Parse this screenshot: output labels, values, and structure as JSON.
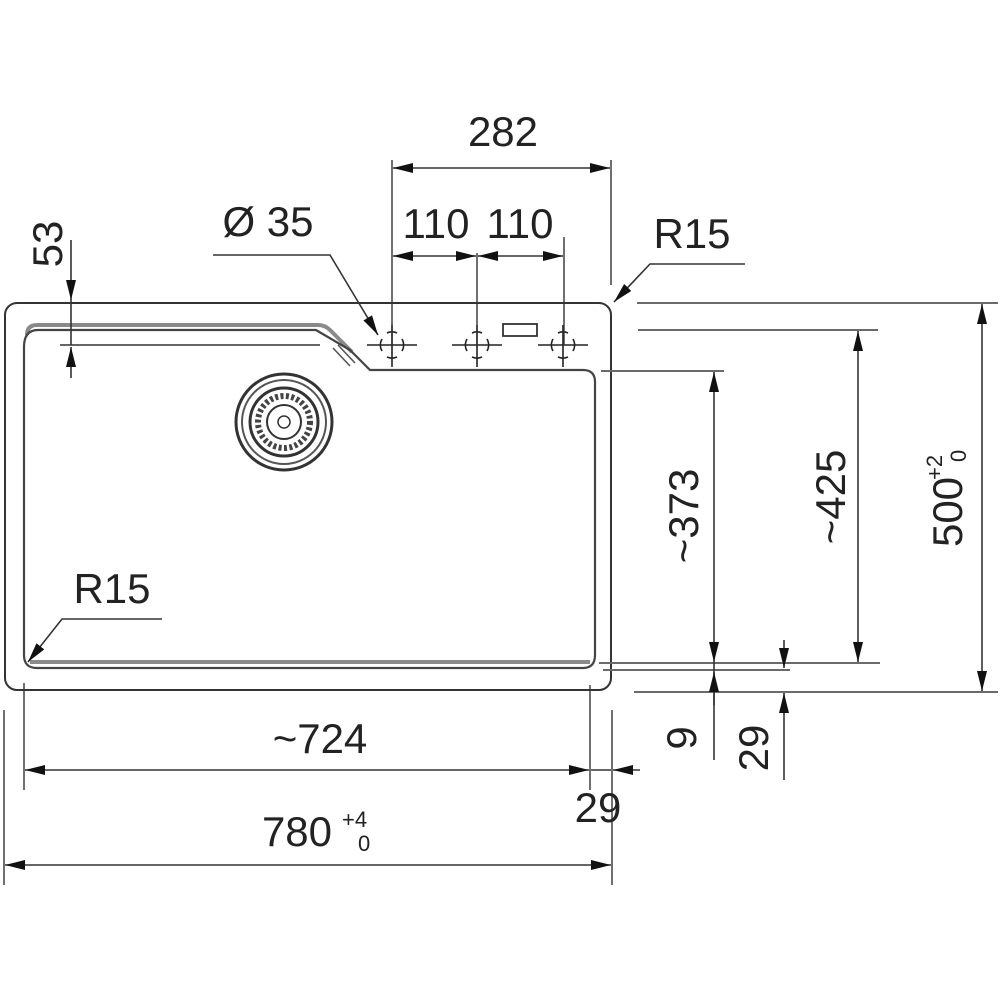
{
  "drawing": {
    "title": "Sink cut-out dimension drawing (top view)",
    "units": "mm"
  },
  "dimensions": {
    "tap_holes_span": "282",
    "tap_hole_spacing_1": "110",
    "tap_hole_spacing_2": "110",
    "tap_hole_diameter": "Ø 35",
    "corner_radius_outer": "R15",
    "corner_radius_bowl": "R15",
    "bowl_top_offset": "53",
    "bowl_width": "~724",
    "overall_width": "780",
    "overall_width_tol_plus": "+4",
    "overall_width_tol_minus": "0",
    "right_rim": "29",
    "bowl_depth_front": "~373",
    "bowl_depth_total": "~425",
    "overall_depth": "500",
    "overall_depth_tol_plus": "+2",
    "overall_depth_tol_minus": "0",
    "bottom_rim_inner": "9",
    "bottom_rim": "29"
  },
  "features": {
    "drain": "strainer-waste",
    "tap_holes": 3,
    "overflow_slot": "rectangular-overflow"
  },
  "colors": {
    "line": "#333333",
    "rim_gray": "#8a8a8a",
    "background": "#ffffff"
  }
}
